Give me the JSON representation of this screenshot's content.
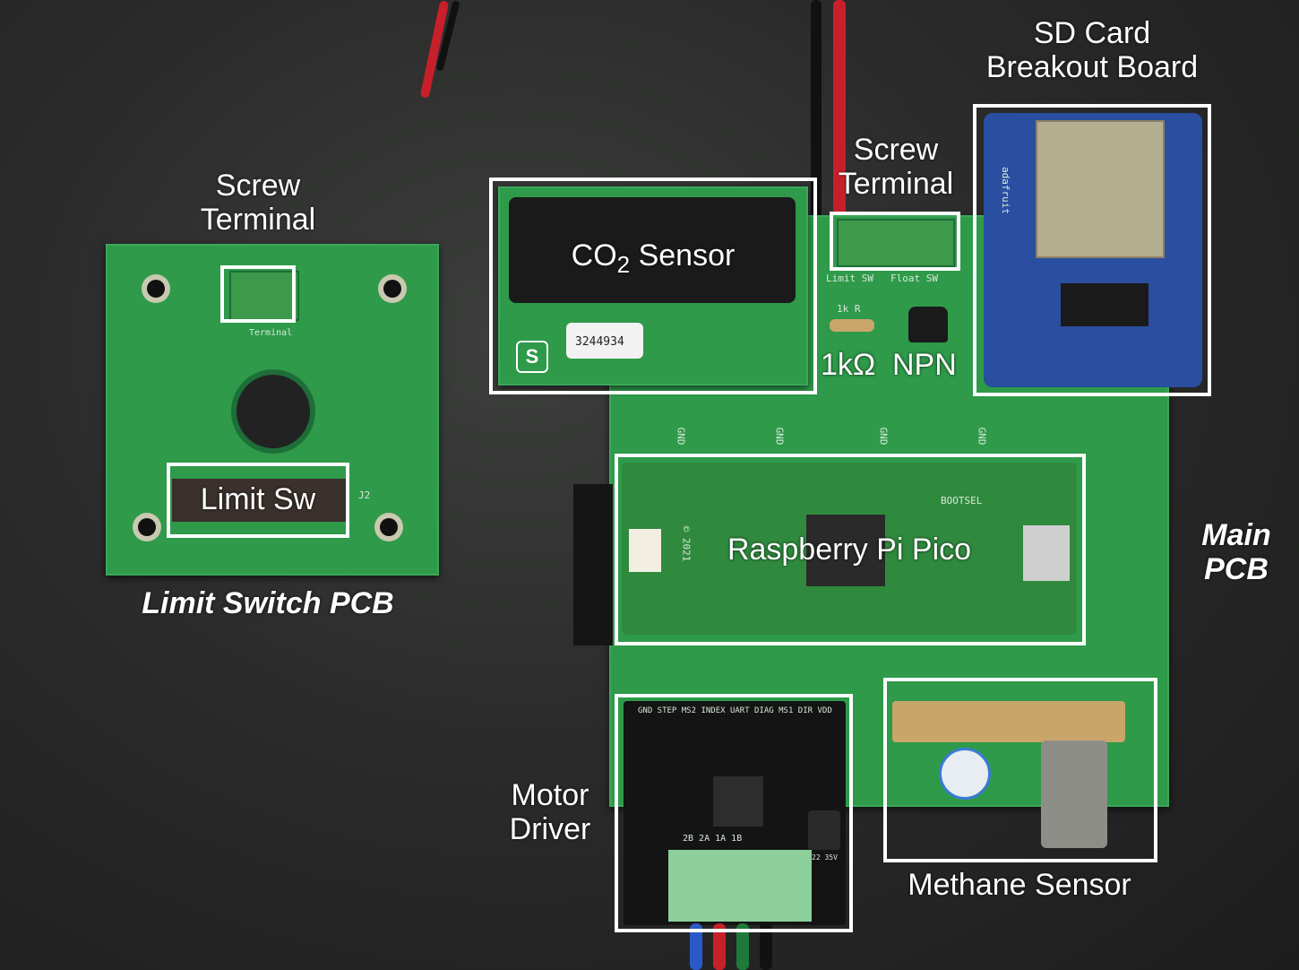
{
  "labels": {
    "sd_card": "SD Card\nBreakout Board",
    "screw_terminal_left": "Screw\nTerminal",
    "screw_terminal_right": "Screw\nTerminal",
    "co2_sensor_prefix": "CO",
    "co2_sensor_sub": "2",
    "co2_sensor_suffix": " Sensor",
    "resistor": "1kΩ",
    "npn": "NPN",
    "limit_sw": "Limit Sw",
    "limit_switch_pcb": "Limit Switch PCB",
    "raspberry_pi_pico": "Raspberry Pi Pico",
    "main_pcb": "Main\nPCB",
    "motor_driver": "Motor\nDriver",
    "methane_sensor": "Methane Sensor"
  },
  "silkscreen": {
    "co2_serial": "3244934",
    "limit_sw_mark": "Limit SW",
    "float_sw_mark": "Float SW",
    "resistor_mark": "1k R",
    "terminal_mark": "Terminal",
    "bootsel_mark": "BOOTSEL",
    "pico_year": "© 2021",
    "sd_brand": "adafruit",
    "motor_pins": "GND  STEP  MS2  INDEX  UART  DIAG  MS1  DIR  VDD",
    "motor_outputs": "2B 2A 1A 1B",
    "cap_value": "22 35V",
    "gnd": "GND",
    "j2": "J2",
    "sensor_s": "S"
  },
  "colors": {
    "pcb_green": "#2e9a4a",
    "annotation_box": "#ffffff",
    "wire_red": "#c8202a",
    "wire_black": "#111111"
  }
}
